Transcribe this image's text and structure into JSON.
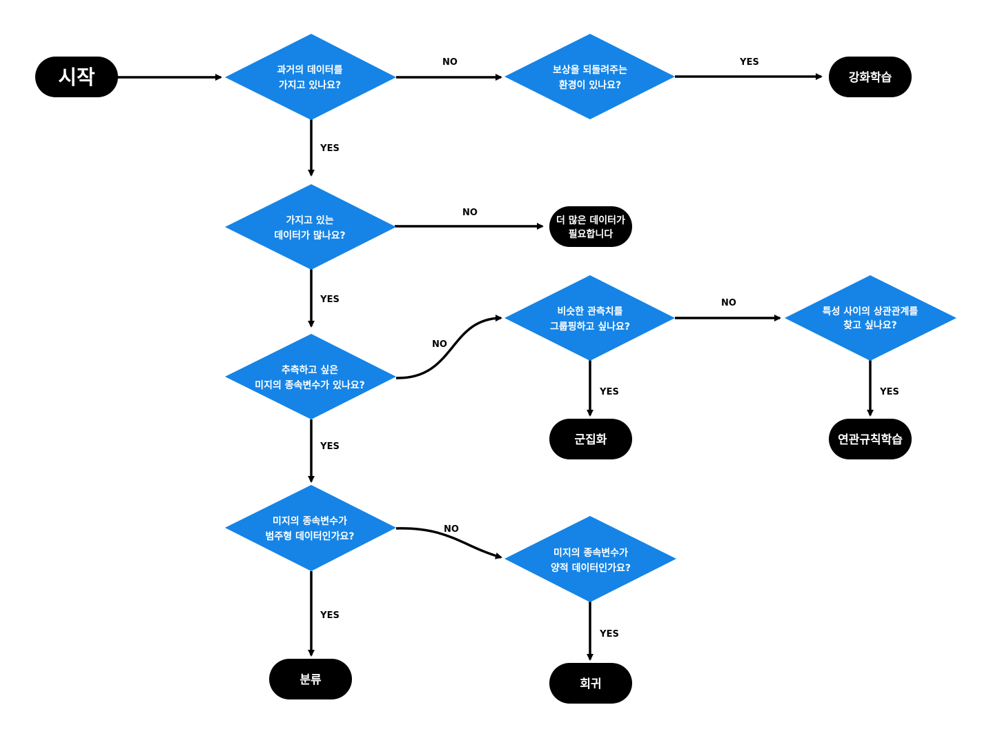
{
  "colors": {
    "decision": "#1584e6",
    "terminal": "#000000",
    "edge": "#000000",
    "text_on_shape": "#ffffff"
  },
  "nodes": {
    "start": {
      "label": "시작"
    },
    "d_past_data": {
      "lines": [
        "과거의 데이터를",
        "가지고 있나요?"
      ]
    },
    "d_reward_env": {
      "lines": [
        "보상을 되돌려주는",
        "환경이 있나요?"
      ]
    },
    "t_reinforcement": {
      "label": "강화학습"
    },
    "d_enough_data": {
      "lines": [
        "가지고 있는",
        "데이터가 많나요?"
      ]
    },
    "t_need_more_data": {
      "lines": [
        "더 많은 데이터가",
        "필요합니다"
      ]
    },
    "d_predict_target": {
      "lines": [
        "추측하고 싶은",
        "미지의 종속변수가 있나요?"
      ]
    },
    "d_group_obs": {
      "lines": [
        "비슷한 관측치를",
        "그룹핑하고 싶나요?"
      ]
    },
    "d_feature_corr": {
      "lines": [
        "특성 사이의 상관관계를",
        "찾고 싶나요?"
      ]
    },
    "t_clustering": {
      "label": "군집화"
    },
    "t_association": {
      "label": "연관규칙학습"
    },
    "d_categorical": {
      "lines": [
        "미지의 종속변수가",
        "범주형 데이터인가요?"
      ]
    },
    "d_quantitative": {
      "lines": [
        "미지의 종속변수가",
        "양적 데이터인가요?"
      ]
    },
    "t_classification": {
      "label": "분류"
    },
    "t_regression": {
      "label": "회귀"
    }
  },
  "edge_labels": {
    "past_no": "NO",
    "past_yes": "YES",
    "reward_yes": "YES",
    "enough_no": "NO",
    "enough_yes": "YES",
    "predict_no": "NO",
    "predict_yes": "YES",
    "group_no": "NO",
    "group_yes": "YES",
    "corr_yes": "YES",
    "categorical_no": "NO",
    "categorical_yes": "YES",
    "quantitative_yes": "YES"
  }
}
